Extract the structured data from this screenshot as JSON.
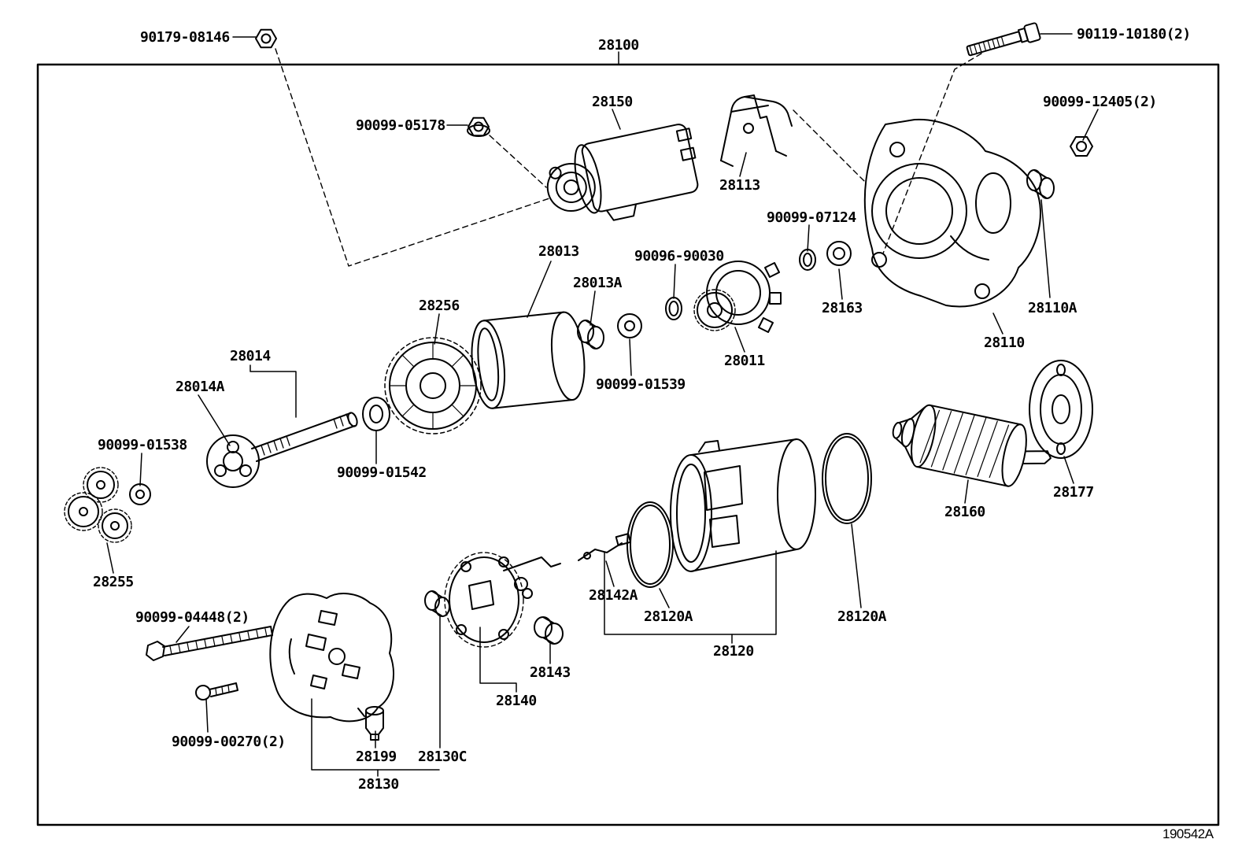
{
  "diagram": {
    "drawing_number": "190542A",
    "assembly_number": "28100",
    "line_color": "#000000",
    "background_color": "#ffffff"
  },
  "labels": [
    {
      "text": "90179-08146"
    },
    {
      "text": "28100"
    },
    {
      "text": "90119-10180(2)"
    },
    {
      "text": "90099-05178"
    },
    {
      "text": "28150"
    },
    {
      "text": "28113"
    },
    {
      "text": "90099-12405(2)"
    },
    {
      "text": "90099-07124"
    },
    {
      "text": "28013"
    },
    {
      "text": "28013A"
    },
    {
      "text": "90096-90030"
    },
    {
      "text": "28256"
    },
    {
      "text": "28163"
    },
    {
      "text": "28110A"
    },
    {
      "text": "28110"
    },
    {
      "text": "28011"
    },
    {
      "text": "90099-01539"
    },
    {
      "text": "28014"
    },
    {
      "text": "28014A"
    },
    {
      "text": "90099-01538"
    },
    {
      "text": "90099-01542"
    },
    {
      "text": "28177"
    },
    {
      "text": "28160"
    },
    {
      "text": "28255"
    },
    {
      "text": "90099-04448(2)"
    },
    {
      "text": "28142A"
    },
    {
      "text": "28120A"
    },
    {
      "text": "28120A"
    },
    {
      "text": "28120"
    },
    {
      "text": "28143"
    },
    {
      "text": "28140"
    },
    {
      "text": "90099-00270(2)"
    },
    {
      "text": "28199"
    },
    {
      "text": "28130C"
    },
    {
      "text": "28130"
    }
  ]
}
